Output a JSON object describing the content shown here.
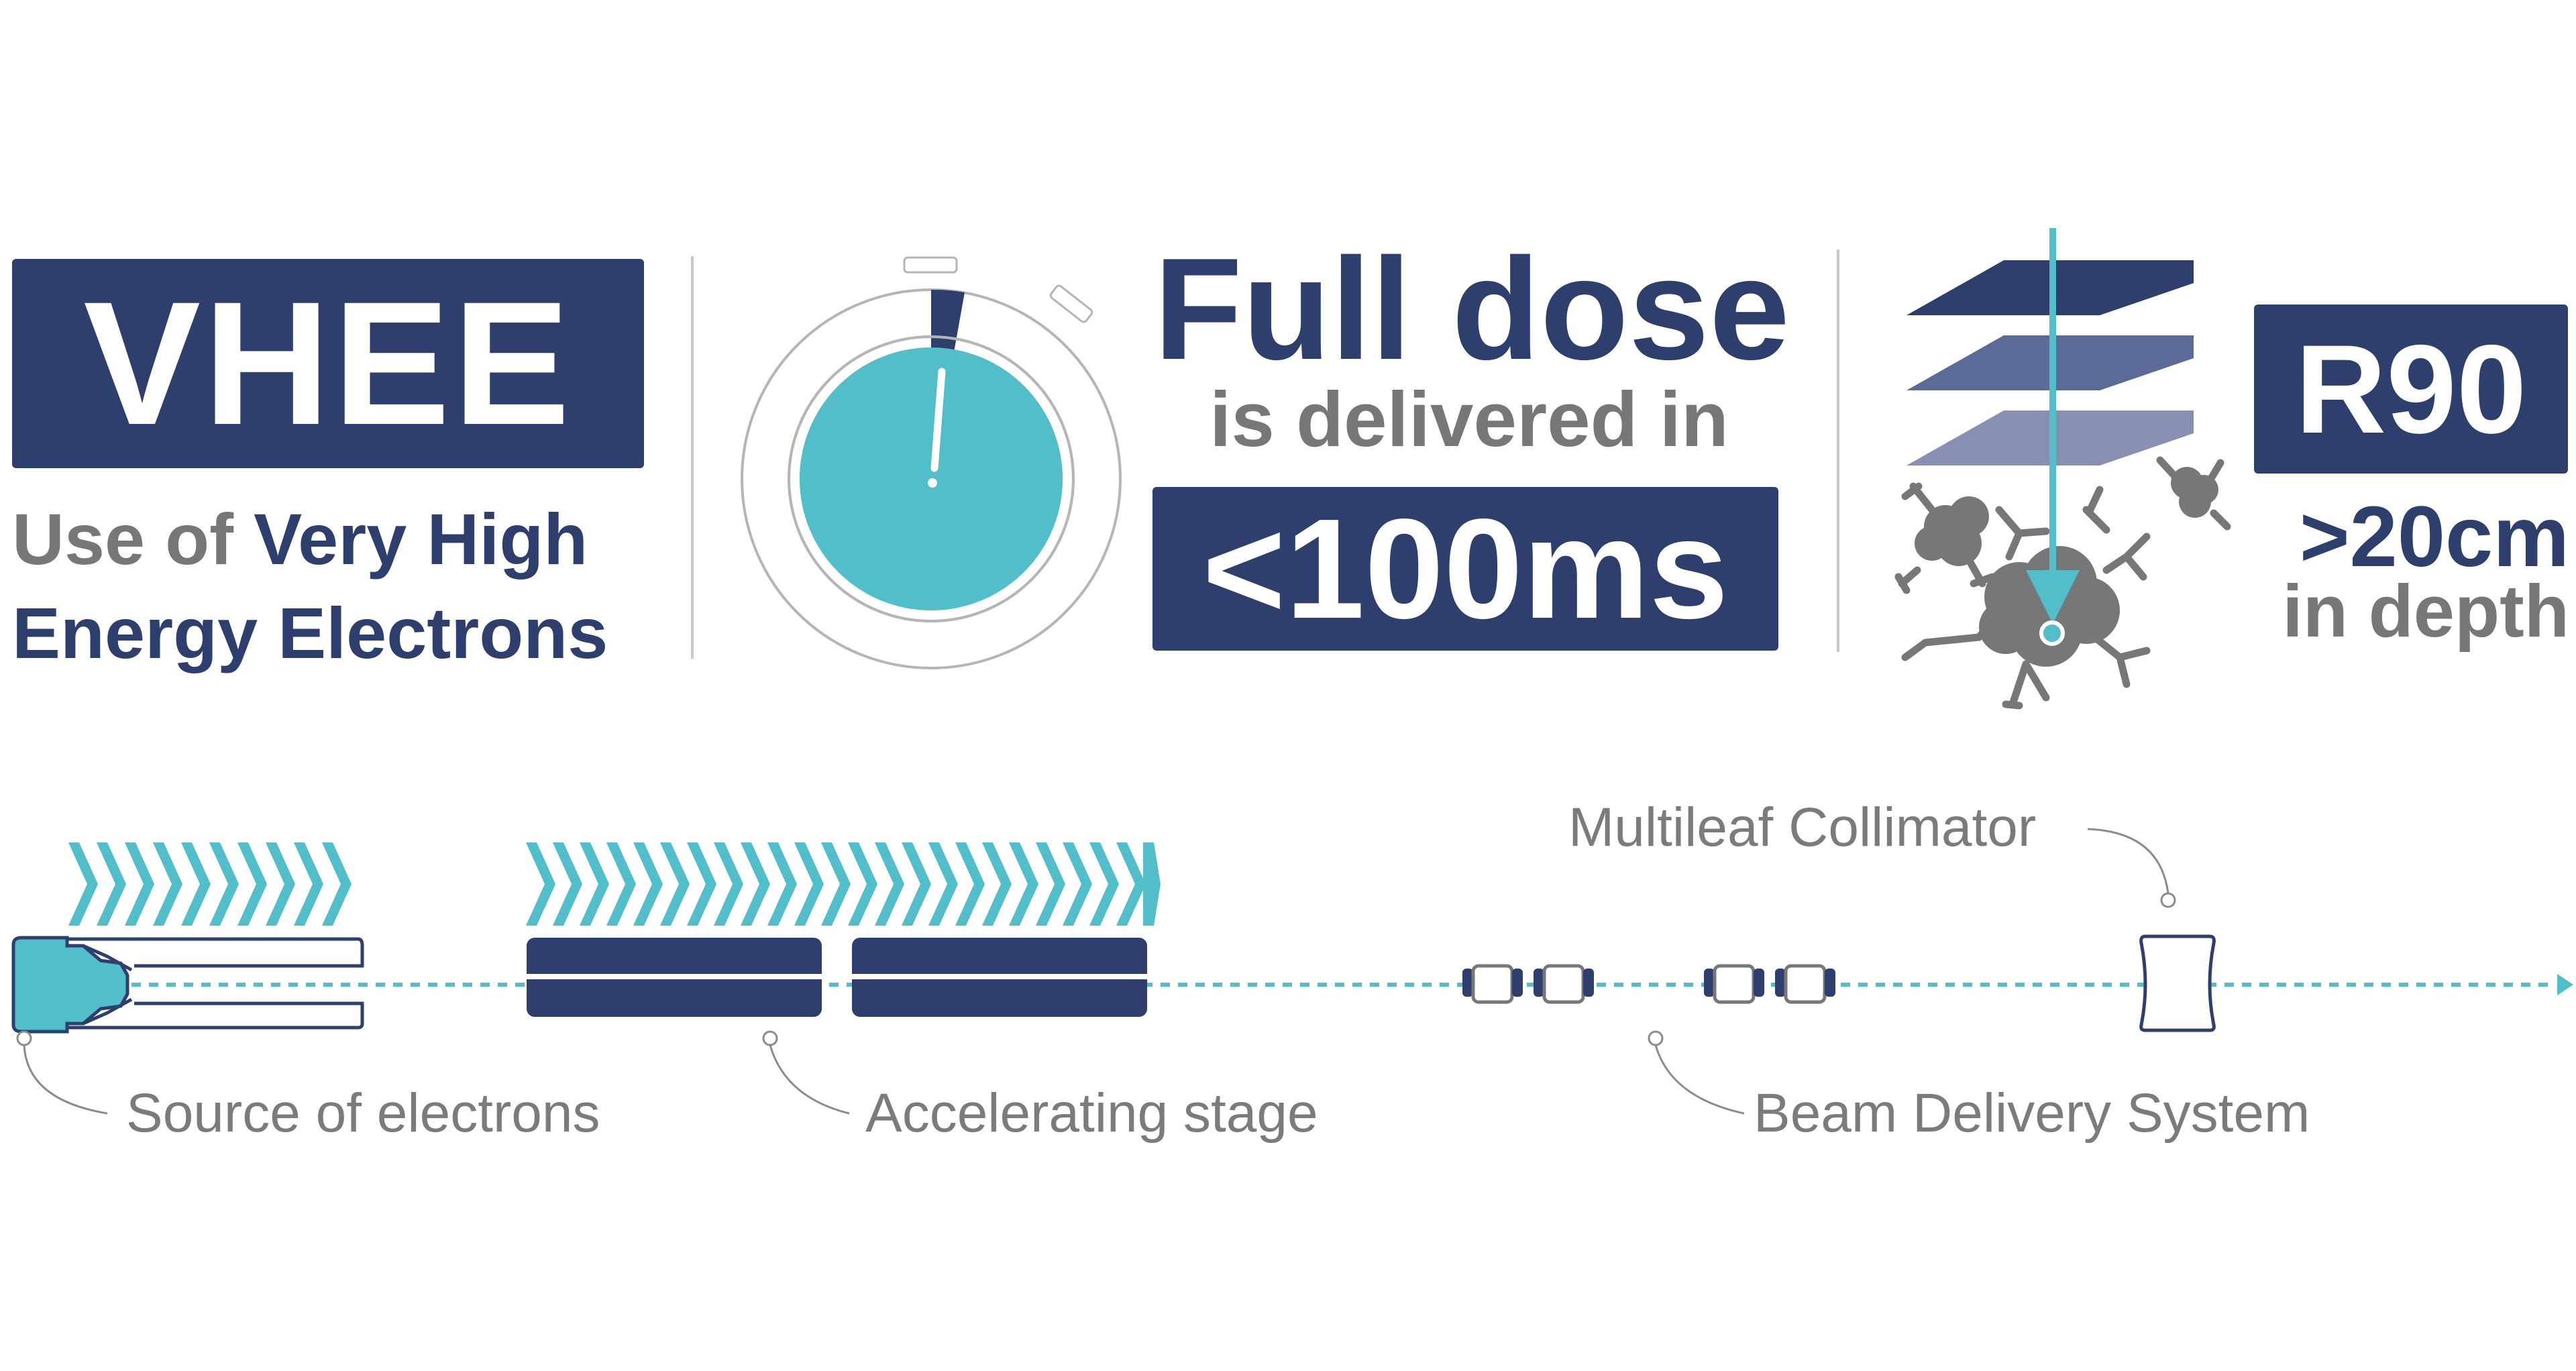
{
  "header": {
    "vhee": "VHEE",
    "use_of": "Use of",
    "very_high": "Very High",
    "energy_electrons": "Energy Electrons",
    "full_dose": "Full dose",
    "is_delivered_in": "is delivered in",
    "time": "<100ms",
    "r90": "R90",
    "depth_value": ">20cm",
    "in_depth": "in depth"
  },
  "diagram": {
    "source_label": "Source of electrons",
    "accelerating_label": "Accelerating stage",
    "beam_delivery_label": "Beam Delivery System",
    "collimator_label": "Multileaf Collimator"
  },
  "colors": {
    "navy": "#2e3f6e",
    "teal": "#52bec9",
    "gray": "#77777a",
    "light_navy": "#5b6a96",
    "pale_navy": "#8790b3"
  },
  "icons": [
    "stopwatch-icon",
    "tissue-layers-icon",
    "cells-icon",
    "chevron-arrows-icon"
  ]
}
